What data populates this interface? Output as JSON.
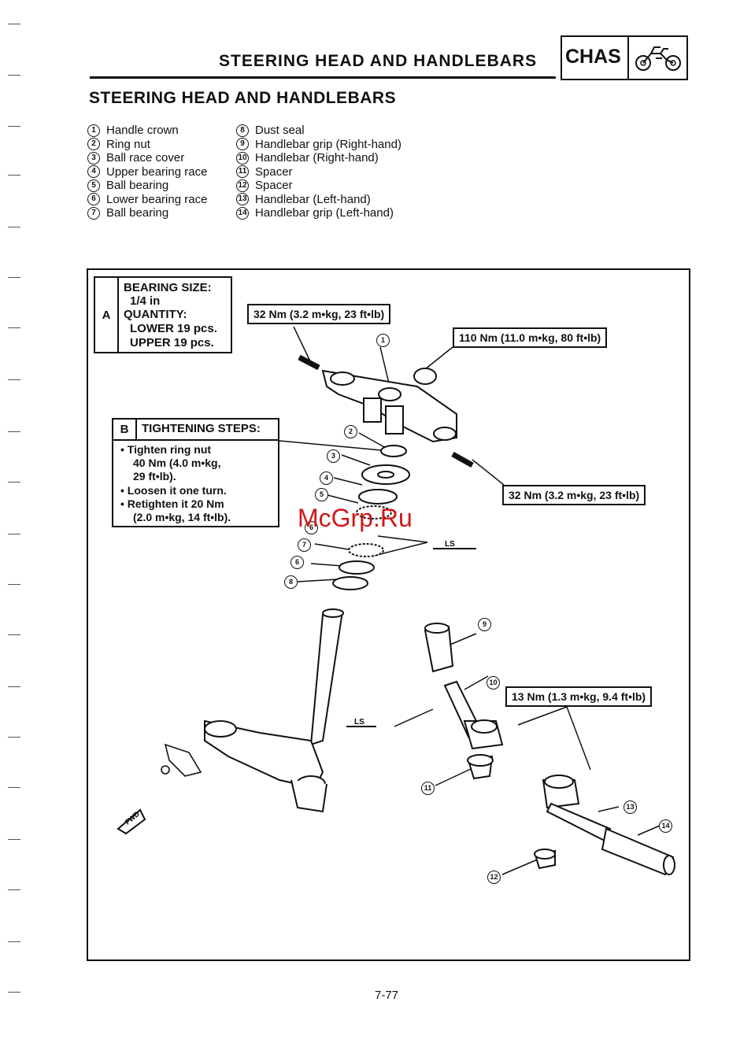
{
  "header": {
    "title": "STEERING HEAD AND HANDLEBARS",
    "badge": "CHAS",
    "badge_icon": "motorcycle-icon"
  },
  "section_title": "STEERING HEAD AND HANDLEBARS",
  "legend_left": [
    {
      "n": "1",
      "label": "Handle crown"
    },
    {
      "n": "2",
      "label": "Ring nut"
    },
    {
      "n": "3",
      "label": "Ball race cover"
    },
    {
      "n": "4",
      "label": "Upper bearing race"
    },
    {
      "n": "5",
      "label": "Ball bearing"
    },
    {
      "n": "6",
      "label": "Lower bearing race"
    },
    {
      "n": "7",
      "label": "Ball bearing"
    }
  ],
  "legend_right": [
    {
      "n": "8",
      "label": "Dust seal"
    },
    {
      "n": "9",
      "label": "Handlebar grip (Right-hand)"
    },
    {
      "n": "10",
      "label": "Handlebar (Right-hand)"
    },
    {
      "n": "11",
      "label": "Spacer"
    },
    {
      "n": "12",
      "label": "Spacer"
    },
    {
      "n": "13",
      "label": "Handlebar (Left-hand)"
    },
    {
      "n": "14",
      "label": "Handlebar grip (Left-hand)"
    }
  ],
  "box_a": {
    "letter": "A",
    "lines": [
      "BEARING SIZE:",
      "1/4 in",
      "QUANTITY:",
      "LOWER 19 pcs.",
      "UPPER 19 pcs."
    ]
  },
  "box_b": {
    "letter": "B",
    "title": "TIGHTENING STEPS:",
    "lines": [
      "• Tighten ring nut",
      "40 Nm (4.0 m•kg,",
      "29 ft•lb).",
      "• Loosen it one turn.",
      "• Retighten it 20 Nm",
      "(2.0 m•kg, 14 ft•lb)."
    ]
  },
  "torques": {
    "t1": "32 Nm (3.2 m•kg, 23 ft•lb)",
    "t2": "110 Nm (11.0 m•kg, 80 ft•lb)",
    "t3": "32 Nm (3.2 m•kg, 23 ft•lb)",
    "t4": "13 Nm (1.3 m•kg, 9.4 ft•lb)"
  },
  "callouts": [
    "1",
    "2",
    "3",
    "4",
    "5",
    "6",
    "7",
    "8",
    "9",
    "10",
    "11",
    "12",
    "13",
    "14"
  ],
  "diagram_labels": {
    "fwd": "FWD",
    "lube": "LS"
  },
  "watermark": "McGrp.Ru",
  "page_number": "7-77"
}
